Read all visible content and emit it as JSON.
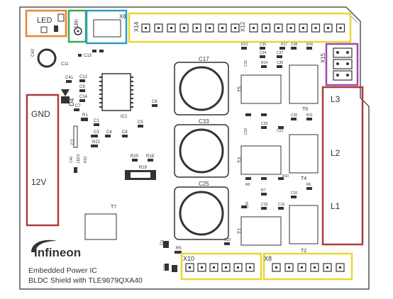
{
  "board": {
    "title_line1": "Embedded Power IC",
    "title_line2": "BLDC Shield with TLE9879QXA40",
    "logo_text": "Infineon"
  },
  "highlights": {
    "led_box": {
      "label": "LED",
      "color": "#e8832e"
    },
    "uin_box": {
      "label": "Uin",
      "color": "#3aa852"
    },
    "x6_box": {
      "label": "X6",
      "color": "#2a9dc4"
    },
    "header_box_color": "#e8d832",
    "power_box_color": "#b03a3a",
    "motor_box_color": "#b03a3a",
    "hall_box_color": "#9a4db0"
  },
  "connectors": {
    "x14": "X14",
    "x12": "X12",
    "x15": "X15",
    "x10": "X10",
    "x8": "X8"
  },
  "power_labels": {
    "gnd": "GND",
    "v12": "12V"
  },
  "motor_labels": {
    "l1": "L1",
    "l2": "L2",
    "l3": "L3"
  },
  "components": {
    "c42": "C42",
    "c11": "C11",
    "c13": "C13",
    "c41": "C41",
    "c12": "C12",
    "c9": "C9",
    "c14": "C14",
    "c7": "C7",
    "d4": "D4",
    "r1": "R1",
    "c1": "C1",
    "ic1": "IC1",
    "c2": "C2",
    "c3": "C3",
    "c4": "C4",
    "c6": "C6",
    "c5": "C5",
    "r21": "R21",
    "c8": "C8",
    "c40": "C40",
    "led1": "LED1",
    "r22": "R22",
    "r20": "R20",
    "r18": "R18",
    "r19": "R19",
    "t7": "T7",
    "d1": "D1",
    "r5": "R5",
    "c43": "C43",
    "c17": "C17",
    "c33": "C33",
    "c25": "C25",
    "t5": "T5",
    "t6": "T6",
    "t3": "T3",
    "t4": "T4",
    "t1": "T1",
    "t2": "T2",
    "r13": "R13",
    "c35": "C35",
    "r17": "R17",
    "c38": "C38",
    "r16": "R16",
    "c34": "C34",
    "c37": "C37",
    "r14": "R14",
    "c36": "C36",
    "c31": "C31",
    "c32": "C32",
    "c30": "C30",
    "r11": "R11",
    "c29": "C29",
    "c22": "C22",
    "r9": "R9",
    "r10": "R10",
    "r6": "R6",
    "r7": "R7",
    "c18": "C18",
    "c19": "C19",
    "c20": "C20",
    "c23": "C23",
    "c24": "C24"
  }
}
